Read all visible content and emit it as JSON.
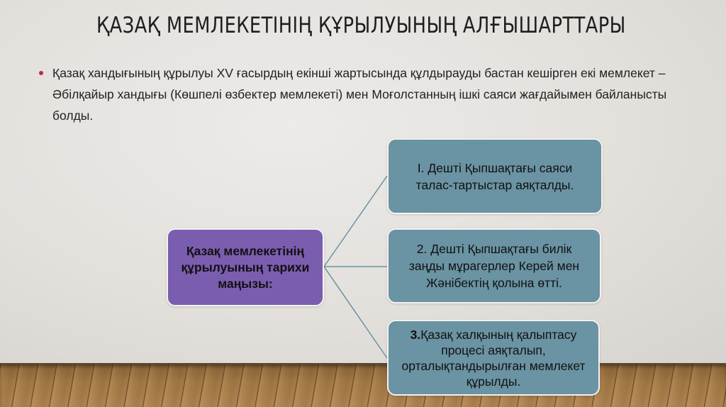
{
  "slide": {
    "title": "ҚАЗАҚ МЕМЛЕКЕТІНІҢ ҚҰРЫЛУЫНЫҢ АЛҒЫШАРТТАРЫ",
    "bullet": "Қазақ хандығының құрылуы XV ғасырдың екінші жартысында құлдырауды бастан  кешірген екі мемлекет – Әбілқайыр хандығы (Көшпелі өзбектер мемлекеті) мен Моғолстанның ішкі саяси жағдайымен байланысты болды.",
    "diagram": {
      "main_box": "Қазақ мемлекетінің құрылуының тарихи маңызы:",
      "items": [
        {
          "number": "I.",
          "text": "Дешті Қыпшақтағы саяси талас-тартыстар аяқталды."
        },
        {
          "number": "2.",
          "text": "Дешті Қыпшақтағы билік заңды мұрагерлер Керей мен Жәнібектің қолына өтті."
        },
        {
          "number": "3.",
          "text": "Қазақ халқының қалыптасу процесі аяқталып, орталықтандырылған мемлекет құрылды."
        }
      ]
    }
  },
  "colors": {
    "background": "#e2dfdb",
    "bullet_dot": "#c0264f",
    "main_box": "#7b5db0",
    "item_box": "#6a93a3",
    "connector": "#6a93a3",
    "floor": "#a47a47"
  }
}
